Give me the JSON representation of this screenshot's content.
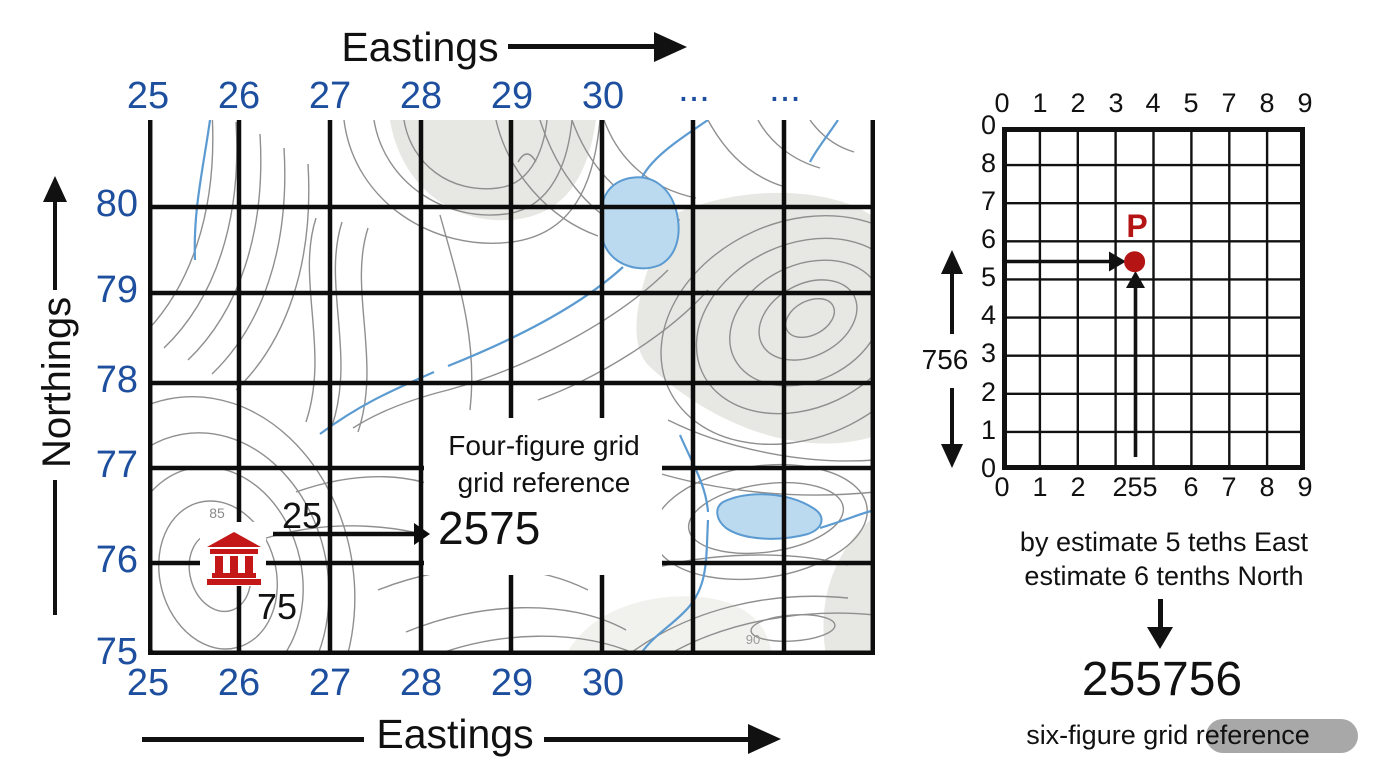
{
  "colors": {
    "label_blue": "#1d4f9e",
    "building_red": "#c41818",
    "point_red": "#b51414",
    "lake_fill": "#bcdaef",
    "stream_blue": "#5b9bd1",
    "hill_gray": "#e7e7e3",
    "contour_gray": "#8f8f8f",
    "pill_gray": "#999999"
  },
  "left_panel": {
    "top_axis_title": "Eastings",
    "bottom_axis_title": "Eastings",
    "left_axis_title": "Northings",
    "eastings_top": [
      "25",
      "26",
      "27",
      "28",
      "29",
      "30",
      "...",
      "..."
    ],
    "eastings_bottom": [
      "25",
      "26",
      "27",
      "28",
      "29",
      "30"
    ],
    "northings": [
      "80",
      "79",
      "78",
      "77",
      "76",
      "75"
    ],
    "contour_label_85": "85",
    "contour_label_90": "90",
    "annotation": {
      "easting_digits": "25",
      "northing_digits": "75",
      "box_line1": "Four-figure grid",
      "box_line2": "grid reference",
      "box_value": "2575"
    },
    "icons": {
      "building": "classical-temple-building"
    }
  },
  "right_panel": {
    "grid": {
      "top_labels": [
        "0",
        "1",
        "2",
        "3",
        "4",
        "5",
        "7",
        "8",
        "9"
      ],
      "bottom_labels": [
        "0",
        "1",
        "2",
        "255",
        "6",
        "7",
        "8",
        "9"
      ],
      "left_labels": [
        "0",
        "8",
        "7",
        "6",
        "5",
        "4",
        "3",
        "2",
        "1",
        "0"
      ],
      "side_value": "756",
      "point_label": "P"
    },
    "caption_line1": "by estimate 5 teths East",
    "caption_line2": "estimate 6 tenths North",
    "result_value": "255756",
    "result_caption": "six-figure grid reference"
  }
}
